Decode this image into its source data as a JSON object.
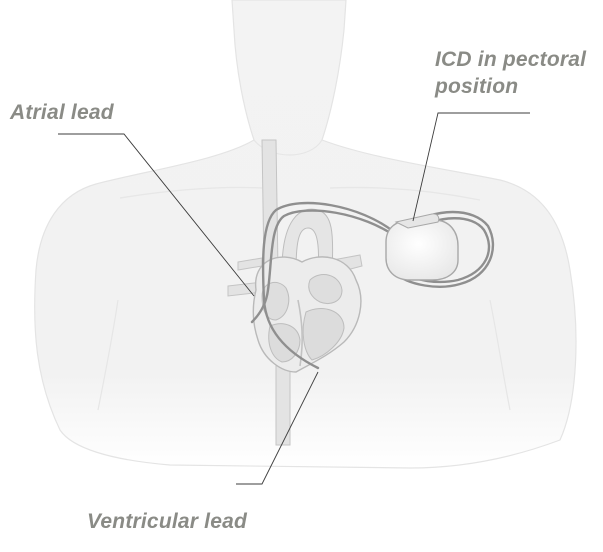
{
  "labels": {
    "atrial_lead": "Atrial lead",
    "icd_line1": "ICD in pectoral",
    "icd_line2": "position",
    "ventricular_lead": "Ventricular lead"
  },
  "colors": {
    "label_text": "#8a8b86",
    "leader_line": "#3c3c3c",
    "body_fill": "#f1f1f1",
    "body_outline": "#e2e2e2",
    "heart_fill": "#e9e9e9",
    "heart_outline": "#bdbdbd",
    "lead_wire": "#8e8e8e",
    "device_fill": "#f7f7f7"
  }
}
